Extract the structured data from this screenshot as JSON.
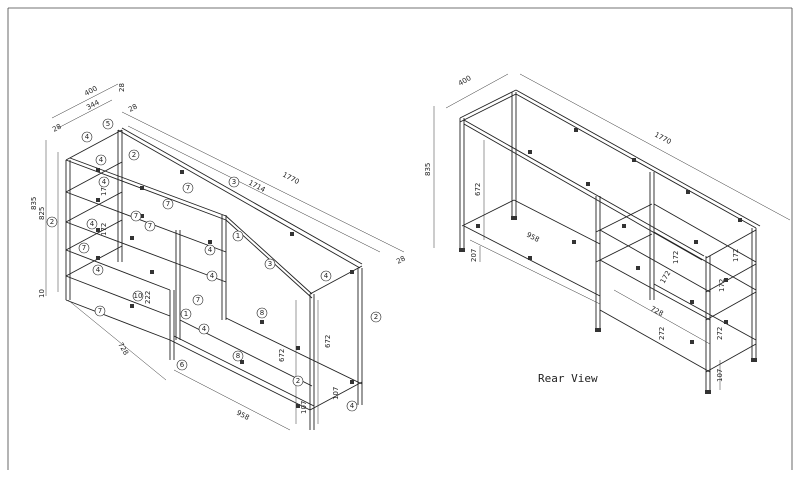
{
  "views": {
    "front": {
      "dimensions": {
        "depth_total": "400",
        "depth_inner": "344",
        "tube_left": "28",
        "tube_right": "28",
        "tube_mid": "28",
        "length_inner": "1714",
        "length_total": "1770",
        "tube_end": "28",
        "height_total": "835",
        "height_inner": "825",
        "foot": "10",
        "shelf_gap_a": "172",
        "shelf_gap_b": "172",
        "shelf_gap_c": "222",
        "span_bottom": "728",
        "span_right": "958",
        "upright_a": "672",
        "upright_b": "672",
        "base_a": "107",
        "base_b": "107"
      },
      "callouts": [
        "1",
        "2",
        "3",
        "4",
        "5",
        "6",
        "7",
        "8",
        "10"
      ]
    },
    "rear": {
      "caption": "Rear View",
      "dimensions": {
        "depth_total": "400",
        "length_total": "1770",
        "height_total": "835",
        "upright": "672",
        "span": "958",
        "base_left": "207",
        "shelf_gap_a": "172",
        "shelf_gap_b": "172",
        "shelf_gap_c": "172",
        "shelf_gap_d": "172",
        "span_small": "728",
        "inner_a": "272",
        "inner_b": "272",
        "base_right": "107"
      }
    }
  }
}
